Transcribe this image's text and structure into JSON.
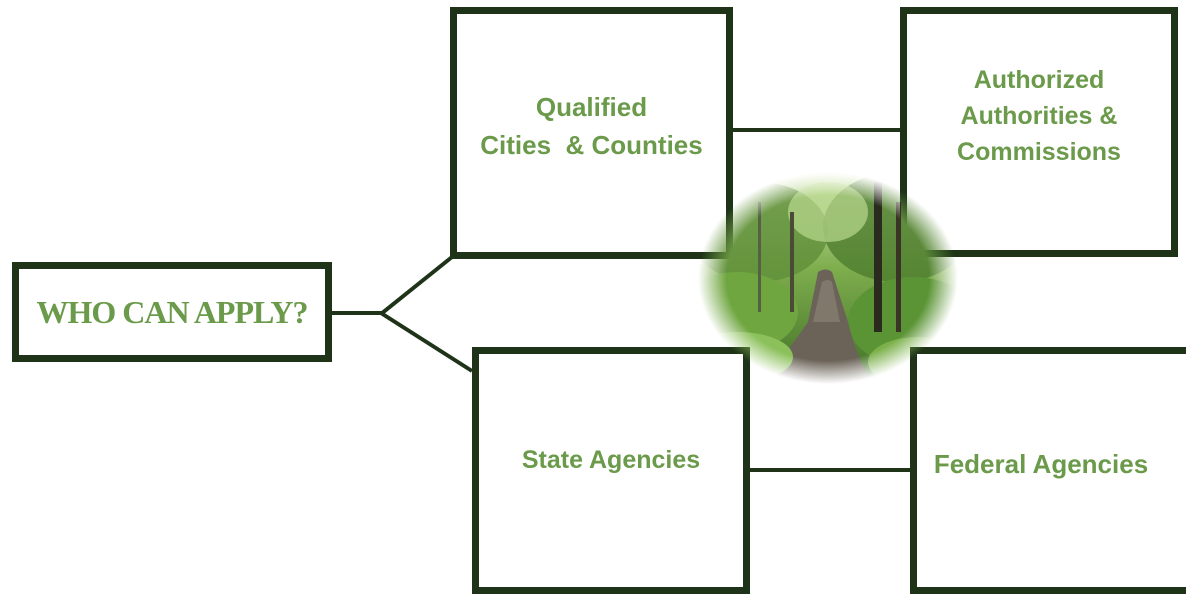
{
  "diagram": {
    "root": {
      "label": "WHO CAN APPLY?"
    },
    "nodes": [
      {
        "lines": [
          "Qualified",
          "Cities  & Counties"
        ]
      },
      {
        "lines": [
          "Authorized",
          "Authorities &",
          "Commissions"
        ]
      },
      {
        "lines": [
          "State Agencies"
        ]
      },
      {
        "lines": [
          "Federal Agencies"
        ]
      }
    ]
  },
  "colors": {
    "border": "#1e3318",
    "text": "#6a9a4a",
    "line": "#1e3318"
  },
  "image": {
    "subject": "forest-path"
  }
}
